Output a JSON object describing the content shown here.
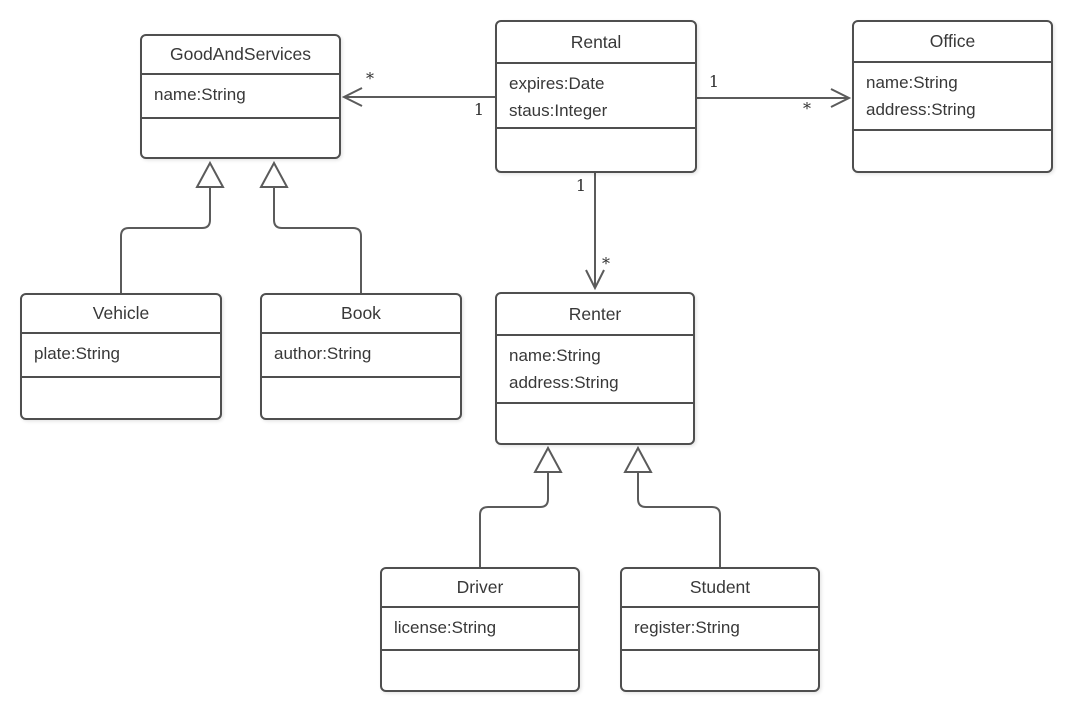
{
  "diagram": {
    "kind": "uml-class-diagram",
    "background_color": "#ffffff",
    "stroke_color": "#4f4f4f",
    "text_color": "#383838"
  },
  "classes": [
    {
      "name": "GoodAndServices",
      "attributes": [
        "name:String"
      ]
    },
    {
      "name": "Rental",
      "attributes": [
        "expires:Date",
        "staus:Integer"
      ]
    },
    {
      "name": "Office",
      "attributes": [
        "name:String",
        "address:String"
      ]
    },
    {
      "name": "Vehicle",
      "attributes": [
        "plate:String"
      ]
    },
    {
      "name": "Book",
      "attributes": [
        "author:String"
      ]
    },
    {
      "name": "Renter",
      "attributes": [
        "name:String",
        "address:String"
      ]
    },
    {
      "name": "Driver",
      "attributes": [
        "license:String"
      ]
    },
    {
      "name": "Student",
      "attributes": [
        "register:String"
      ]
    }
  ],
  "relations": [
    {
      "type": "directed-association",
      "from": "Rental",
      "to": "GoodAndServices",
      "from_label": "1",
      "to_label": "*"
    },
    {
      "type": "directed-association",
      "from": "Rental",
      "to": "Office",
      "from_label": "1",
      "to_label": "*"
    },
    {
      "type": "directed-association",
      "from": "Rental",
      "to": "Renter",
      "from_label": "1",
      "to_label": "*"
    },
    {
      "type": "generalization",
      "from": "Vehicle",
      "to": "GoodAndServices"
    },
    {
      "type": "generalization",
      "from": "Book",
      "to": "GoodAndServices"
    },
    {
      "type": "generalization",
      "from": "Driver",
      "to": "Renter"
    },
    {
      "type": "generalization",
      "from": "Student",
      "to": "Renter"
    }
  ]
}
